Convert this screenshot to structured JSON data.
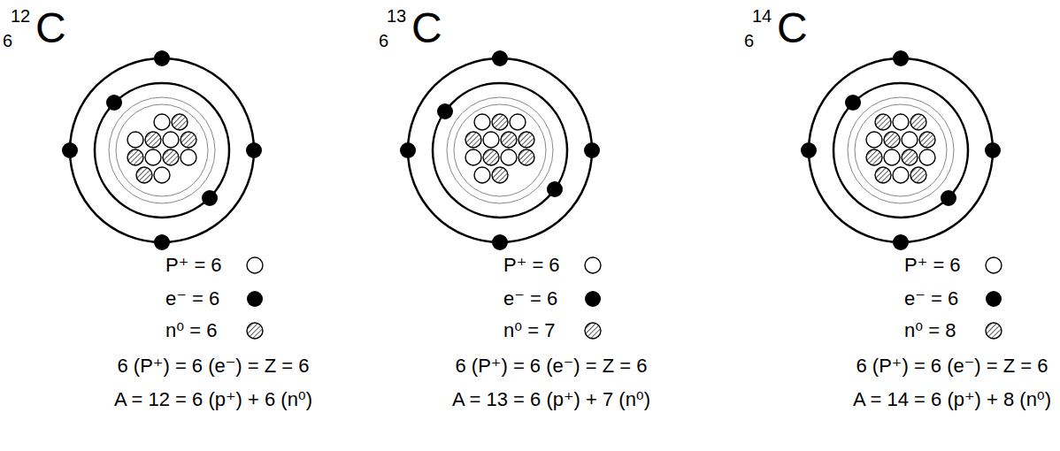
{
  "diagram": {
    "labels": [
      "12",
      "6",
      "C",
      "P⁺ = 6",
      "e⁻ = 6",
      "n⁰ = 6",
      "6 (P⁺) = 6 (e⁻) = Z = 6",
      "A = 12 = 6 (p⁺) + 6 (n⁰)",
      "13",
      "6",
      "C",
      "P⁺ = 6",
      "e⁻ = 6",
      "n⁰ = 7",
      "6 (P⁺) = 6 (e⁻) = Z = 6",
      "A = 13 = 6 (p⁺) + 7 (n⁰)",
      "14",
      "6",
      "C",
      "P⁺ = 6",
      "e⁻ = 6",
      "n⁰ = 8",
      "6 (P⁺) = 6 (e⁻) = Z = 6",
      "A = 14 = 6 (p⁺) + 8 (n⁰)"
    ]
  }
}
